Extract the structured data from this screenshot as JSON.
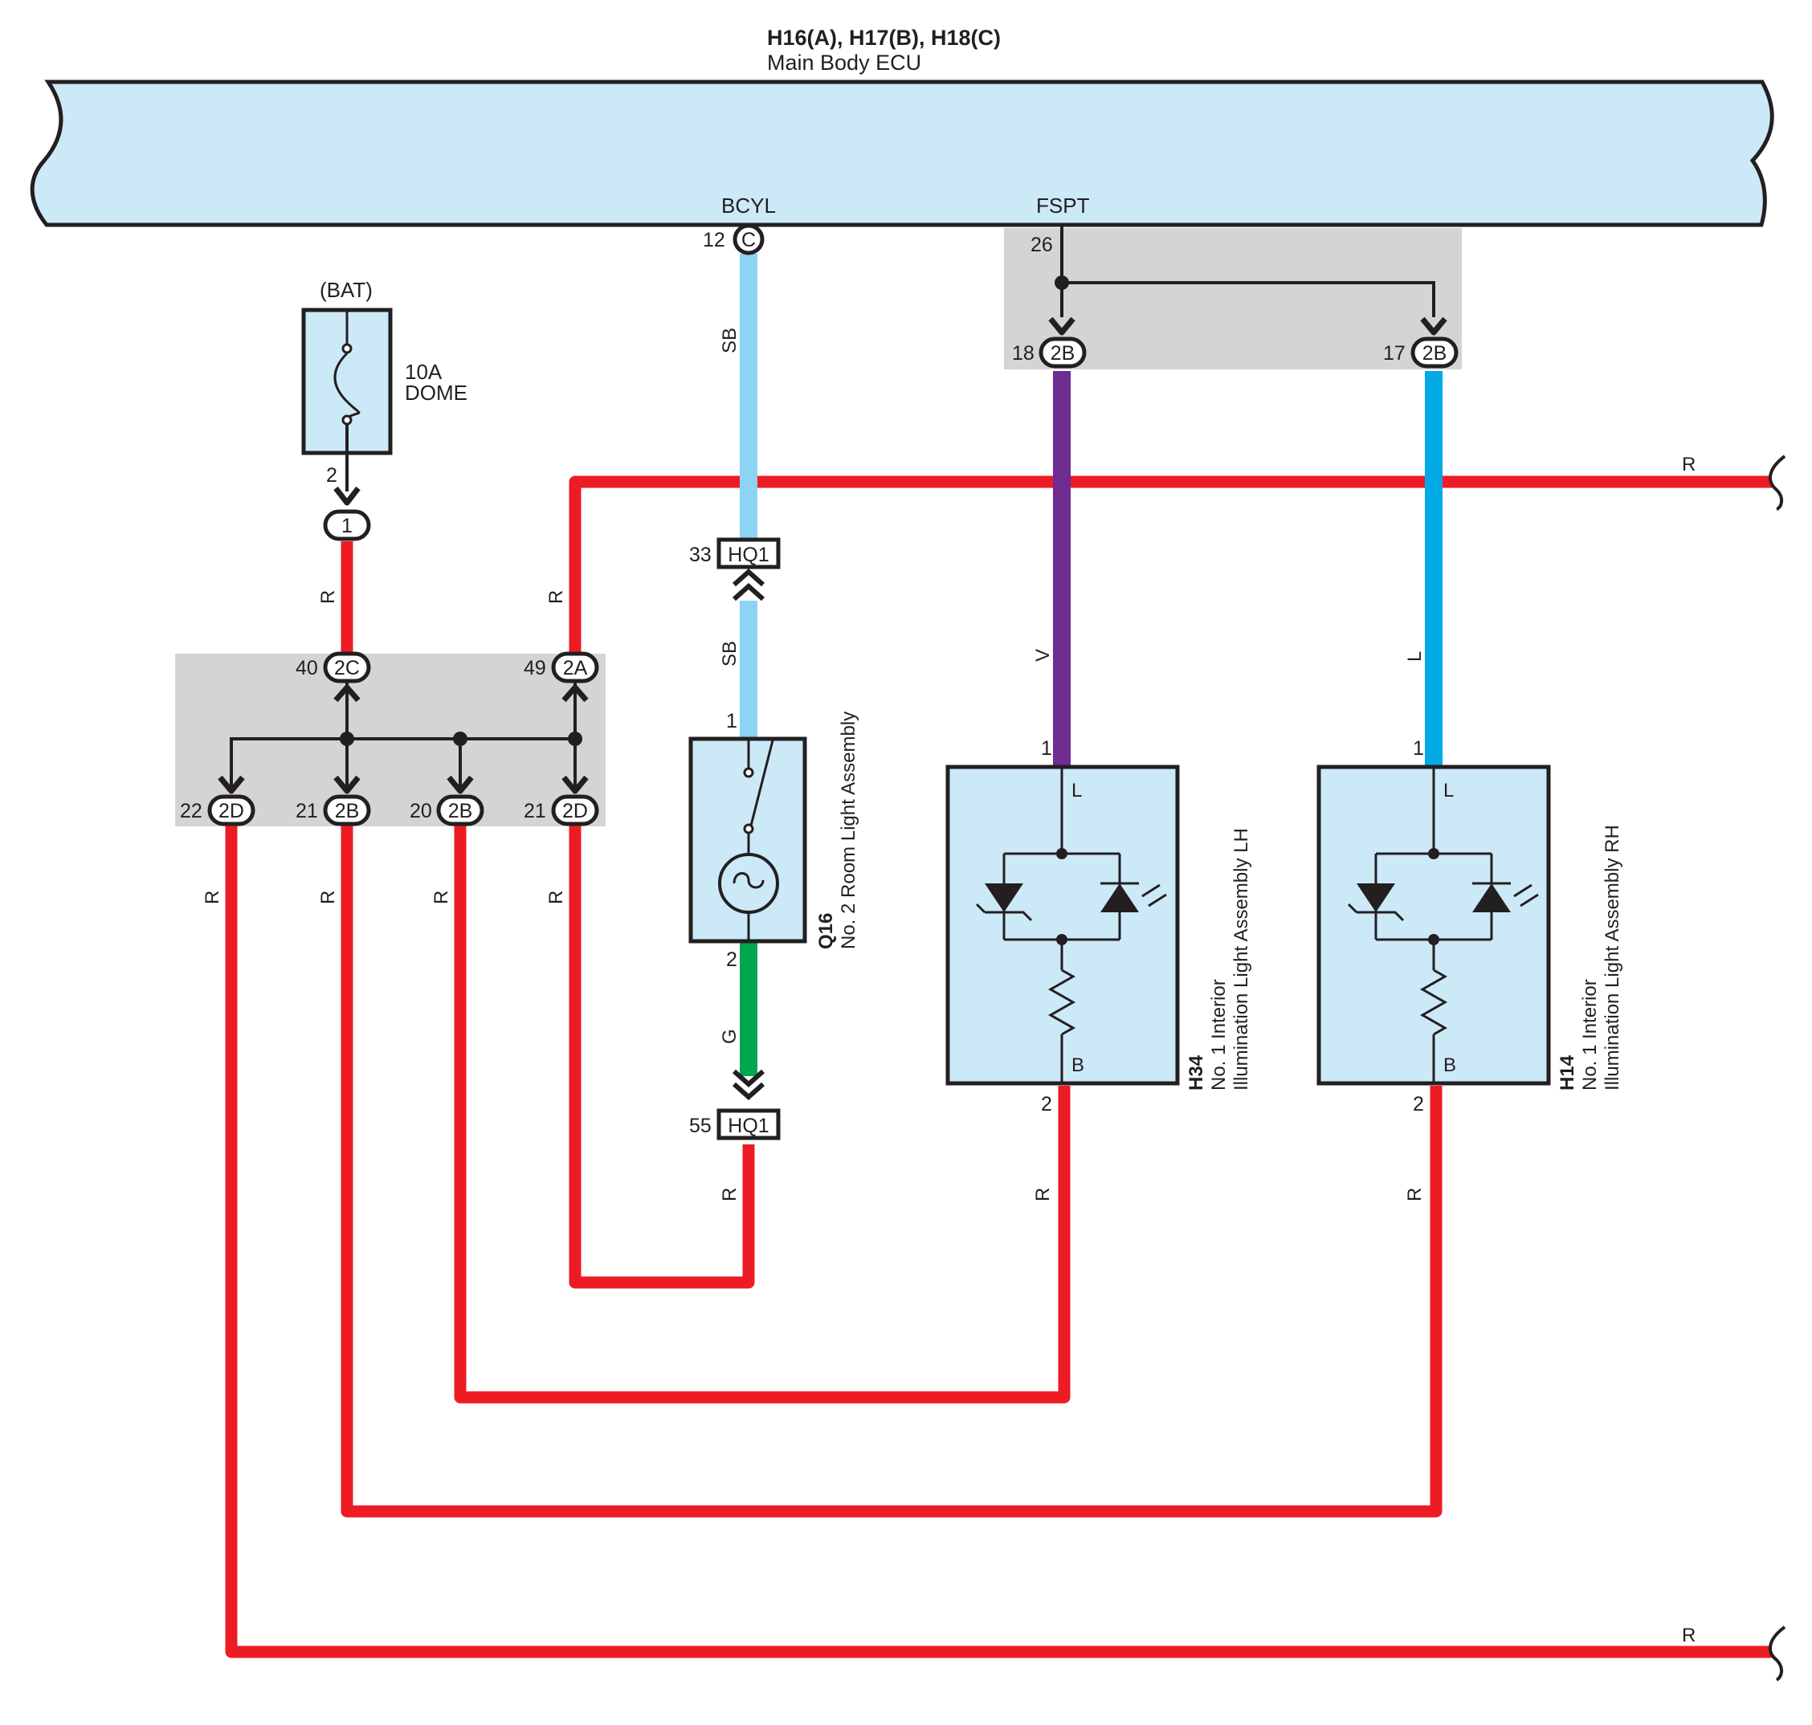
{
  "ecu": {
    "title": "H16(A), H17(B), H18(C)",
    "name": "Main Body ECU",
    "fill": "#cce9f8",
    "terminals": [
      {
        "name": "BCYL",
        "pin": "12",
        "connector": "C"
      },
      {
        "name": "FSPT",
        "pin": "26"
      }
    ]
  },
  "fuse": {
    "source": "(BAT)",
    "rating": "10A",
    "name": "DOME",
    "out_pin": "2",
    "connector": "1"
  },
  "junction_upper": [
    {
      "pin": "40",
      "connector": "2C"
    },
    {
      "pin": "49",
      "connector": "2A"
    }
  ],
  "junction_lower": [
    {
      "pin": "22",
      "connector": "2D"
    },
    {
      "pin": "21",
      "connector": "2B"
    },
    {
      "pin": "20",
      "connector": "2B"
    },
    {
      "pin": "21",
      "connector": "2D"
    }
  ],
  "fspt_outputs": [
    {
      "pin": "18",
      "connector": "2B"
    },
    {
      "pin": "17",
      "connector": "2B"
    }
  ],
  "hq1": [
    {
      "pin": "33",
      "connector": "HQ1"
    },
    {
      "pin": "55",
      "connector": "HQ1"
    }
  ],
  "components": [
    {
      "code": "Q16",
      "desc": "No. 2 Room Light Assembly",
      "pin_top": "1",
      "pin_bottom": "2"
    },
    {
      "code": "H34",
      "desc_line1": "No. 1 Interior",
      "desc_line2": "Illumination Light Assembly LH",
      "pin_top": "1",
      "pin_bottom": "2",
      "term_top": "L",
      "term_bottom": "B"
    },
    {
      "code": "H14",
      "desc_line1": "No. 1 Interior",
      "desc_line2": "Illumination Light Assembly RH",
      "pin_top": "1",
      "pin_bottom": "2",
      "term_top": "L",
      "term_bottom": "B"
    }
  ],
  "wires": {
    "R": "R",
    "SB": "SB",
    "V": "V",
    "L": "L",
    "G": "G"
  },
  "colors": {
    "R": "#ed1c24",
    "SB": "#8dd3f4",
    "V": "#6f2c91",
    "L": "#00a9e6",
    "G": "#00a650",
    "junction": "#d4d4d6",
    "component": "#cce9f8",
    "line": "#231f20"
  }
}
